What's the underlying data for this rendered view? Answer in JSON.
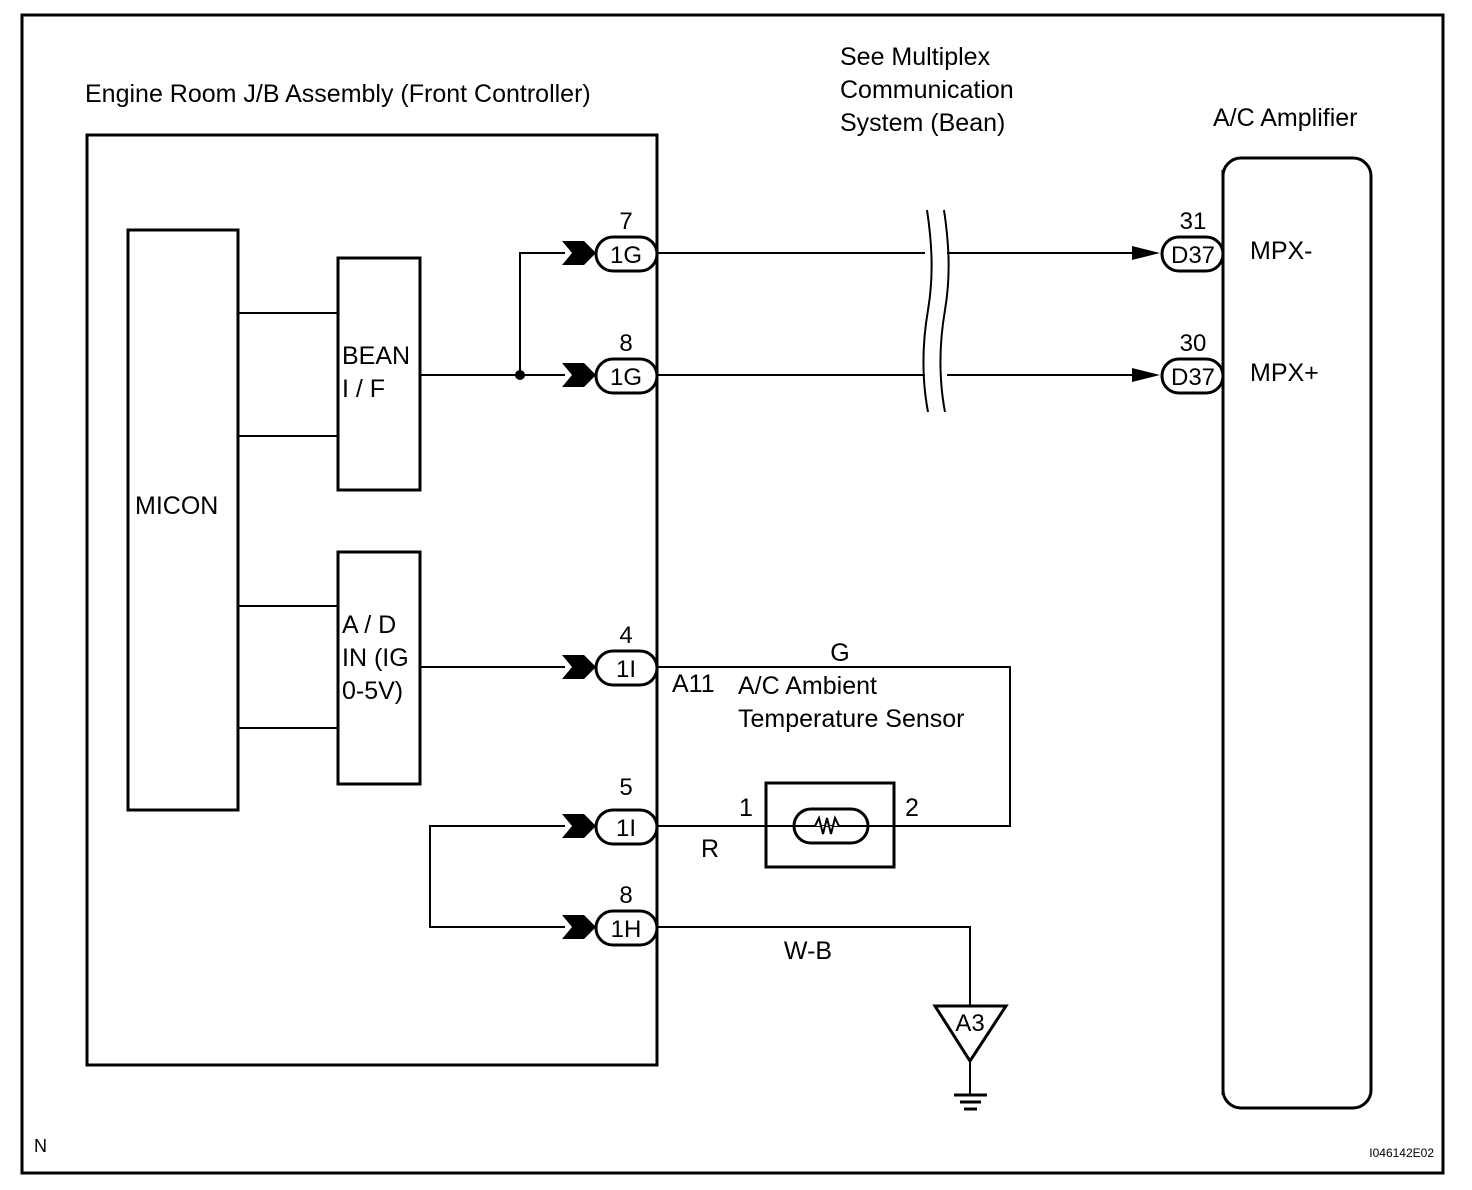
{
  "labels": {
    "jb_title": "Engine Room J/B Assembly (Front Controller)",
    "micon": "MICON",
    "bean_if_line1": "BEAN",
    "bean_if_line2": "I / F",
    "ad_line1": "A  /  D",
    "ad_line2": "IN (IG",
    "ad_line3": "0-5V)",
    "multiplex_line1": "See Multiplex",
    "multiplex_line2": "Communication",
    "multiplex_line3": "System (Bean)",
    "amp_title": "A/C Amplifier",
    "mpx_minus": "MPX-",
    "mpx_plus": "MPX+",
    "sensor_code": "A11",
    "sensor_line1": "A/C Ambient",
    "sensor_line2": "Temperature Sensor",
    "sensor_pin1": "1",
    "sensor_pin2": "2",
    "wire_g": "G",
    "wire_r": "R",
    "wire_wb": "W-B",
    "ground": "A3",
    "corner_mark": "N",
    "figure_id": "I046142E02"
  },
  "jb_connectors": [
    {
      "pin": "7",
      "code": "1G"
    },
    {
      "pin": "8",
      "code": "1G"
    },
    {
      "pin": "4",
      "code": "1I"
    },
    {
      "pin": "5",
      "code": "1I"
    },
    {
      "pin": "8",
      "code": "1H"
    }
  ],
  "amp_connectors": [
    {
      "pin": "31",
      "code": "D37"
    },
    {
      "pin": "30",
      "code": "D37"
    }
  ]
}
